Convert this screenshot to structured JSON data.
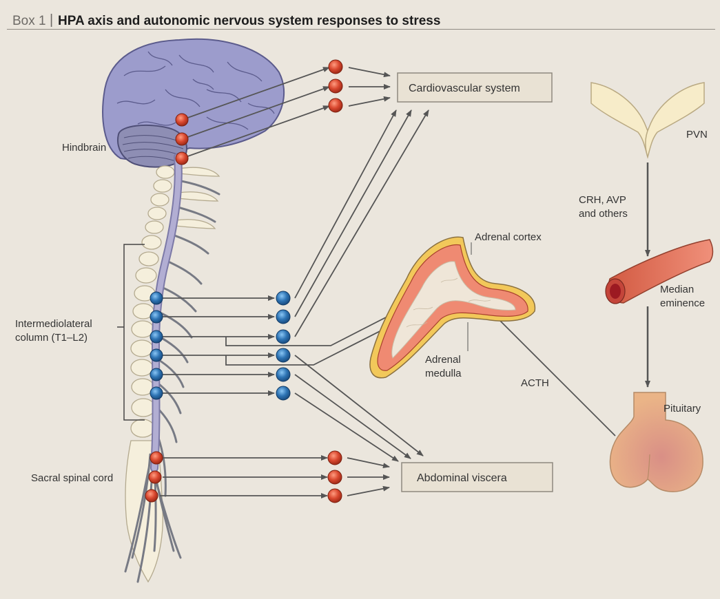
{
  "header": {
    "box_label": "Box 1",
    "separator": "|",
    "title": "HPA axis and autonomic nervous system responses to stress"
  },
  "labels": {
    "hindbrain": "Hindbrain",
    "intermediolateral_line1": "Intermediolateral",
    "intermediolateral_line2": "column (T1–L2)",
    "sacral": "Sacral spinal cord",
    "cardiovascular": "Cardiovascular system",
    "abdominal": "Abdominal viscera",
    "adrenal_cortex": "Adrenal cortex",
    "adrenal_medulla_line1": "Adrenal",
    "adrenal_medulla_line2": "medulla",
    "acth": "ACTH",
    "pvn": "PVN",
    "crh_line1": "CRH, AVP",
    "crh_line2": "and others",
    "median_line1": "Median",
    "median_line2": "eminence",
    "pituitary": "Pituitary"
  },
  "colors": {
    "background": "#ebe6dd",
    "brain": "#9c9ccc",
    "spinal_cord": "#b2aed3",
    "vertebrae": "#f5efdc",
    "nerve": "#777a84",
    "parasympathetic_ganglion": "#d9482f",
    "sympathetic_ganglion": "#2e74b4",
    "arrow": "#555555",
    "adrenal_cortex": "#ef8a72",
    "adrenal_capsule": "#f2c85a",
    "pvn": "#f7ecc9",
    "median_eminence": "#e8755a",
    "pituitary": "#eab487"
  }
}
